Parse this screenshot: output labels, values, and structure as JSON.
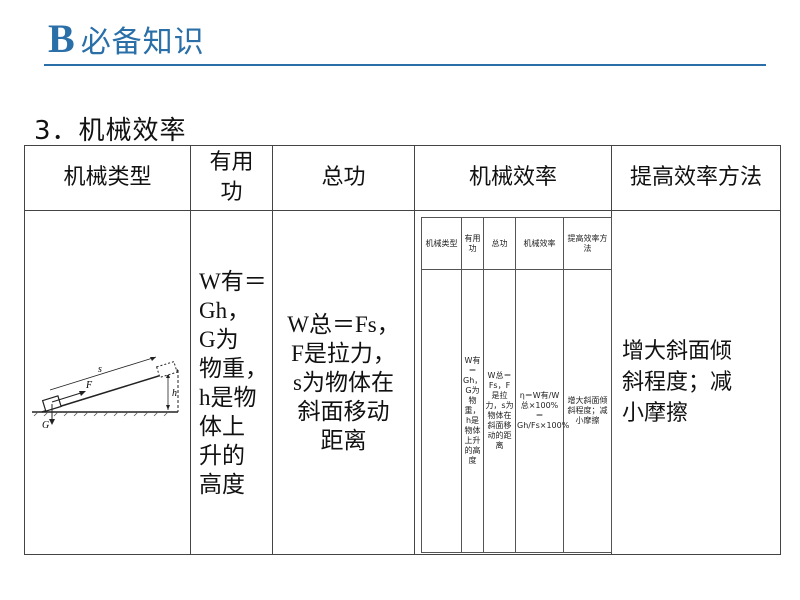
{
  "header": {
    "logo": "B",
    "title": "必备知识"
  },
  "section_title": "3．机械效率",
  "table": {
    "headers": [
      "机械类型",
      "有用功",
      "总功",
      "机械效率",
      "提高效率方法"
    ],
    "useful_lines": [
      "W有＝",
      "Gh，",
      "G为",
      "物重，",
      "h是物",
      "体上",
      "升的",
      "高度"
    ],
    "total_lines": [
      "W总＝Fs，",
      "F是拉力，",
      "s为物体在",
      "斜面移动",
      "距离"
    ],
    "method_lines": [
      "增大斜面倾",
      "斜程度；减",
      "小摩擦"
    ],
    "diagram_labels": {
      "s": "s",
      "F": "F",
      "h": "h",
      "G": "G"
    },
    "mini_table": {
      "headers": [
        "机械类型",
        "有用功",
        "总功",
        "机械效率",
        "提高效率方法"
      ],
      "useful": "W有＝Gh，G为物重，h是物体上升的高度",
      "total": "W总＝Fs，F是拉力，s为物体在斜面移动的距离",
      "efficiency": "η＝W有/W总×100%＝Gh/Fs×100%",
      "method": "增大斜面倾斜程度；减小摩擦"
    }
  },
  "colors": {
    "accent": "#2a6fa8"
  }
}
